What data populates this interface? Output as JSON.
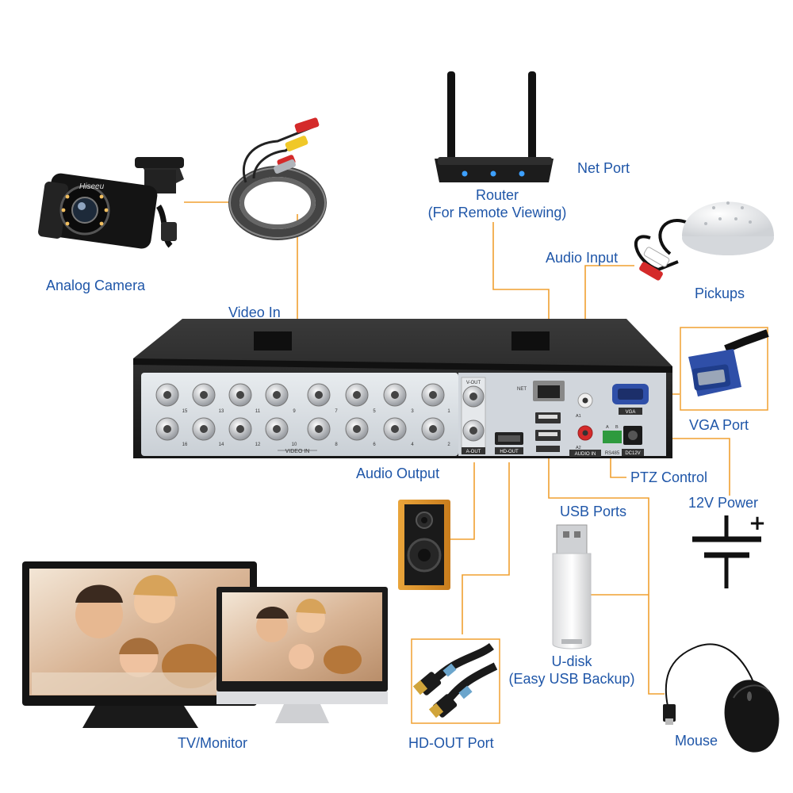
{
  "labels": {
    "analog_camera": "Analog Camera",
    "video_in": "Video In",
    "router": "Router",
    "router_sub": "(For Remote Viewing)",
    "net_port": "Net Port",
    "audio_input": "Audio Input",
    "pickups": "Pickups",
    "vga_port": "VGA Port",
    "audio_output": "Audio Output",
    "ptz_control": "PTZ Control",
    "power_12v": "12V Power",
    "usb_ports": "USB Ports",
    "udisk": "U-disk",
    "udisk_sub": "(Easy USB Backup)",
    "tv_monitor": "TV/Monitor",
    "hd_out_port": "HD-OUT Port",
    "mouse": "Mouse"
  },
  "dvr_panel": {
    "camera_brand": "Hiseeu",
    "video_in": "VIDEO IN",
    "top_row_numbers": [
      "15",
      "13",
      "11",
      "9",
      "7",
      "5",
      "3",
      "1"
    ],
    "bottom_row_numbers": [
      "16",
      "14",
      "12",
      "10",
      "8",
      "6",
      "4",
      "2"
    ],
    "v_out": "V-OUT",
    "a_out": "A-OUT",
    "hd_out": "HD-OUT",
    "net": "NET",
    "audio_in": "AUDIO IN",
    "a1": "A1",
    "a2": "A2",
    "vga": "VGA",
    "rs485": "RS485",
    "rs485_a": "A",
    "rs485_b": "B",
    "dc12v": "DC12V",
    "plus": "+"
  },
  "colors": {
    "label_blue": "#1f56a8",
    "connector_line": "#f0a030",
    "dvr_body": "#232323",
    "dvr_panel": "#d9dee3"
  },
  "icons": [
    "analog-camera-icon",
    "cable-icon",
    "router-icon",
    "pickup-microphone-icon",
    "vga-cable-icon",
    "speaker-icon",
    "usb-drive-icon",
    "hdmi-cable-icon",
    "mouse-icon",
    "monitor-icon",
    "power-symbol-icon"
  ]
}
